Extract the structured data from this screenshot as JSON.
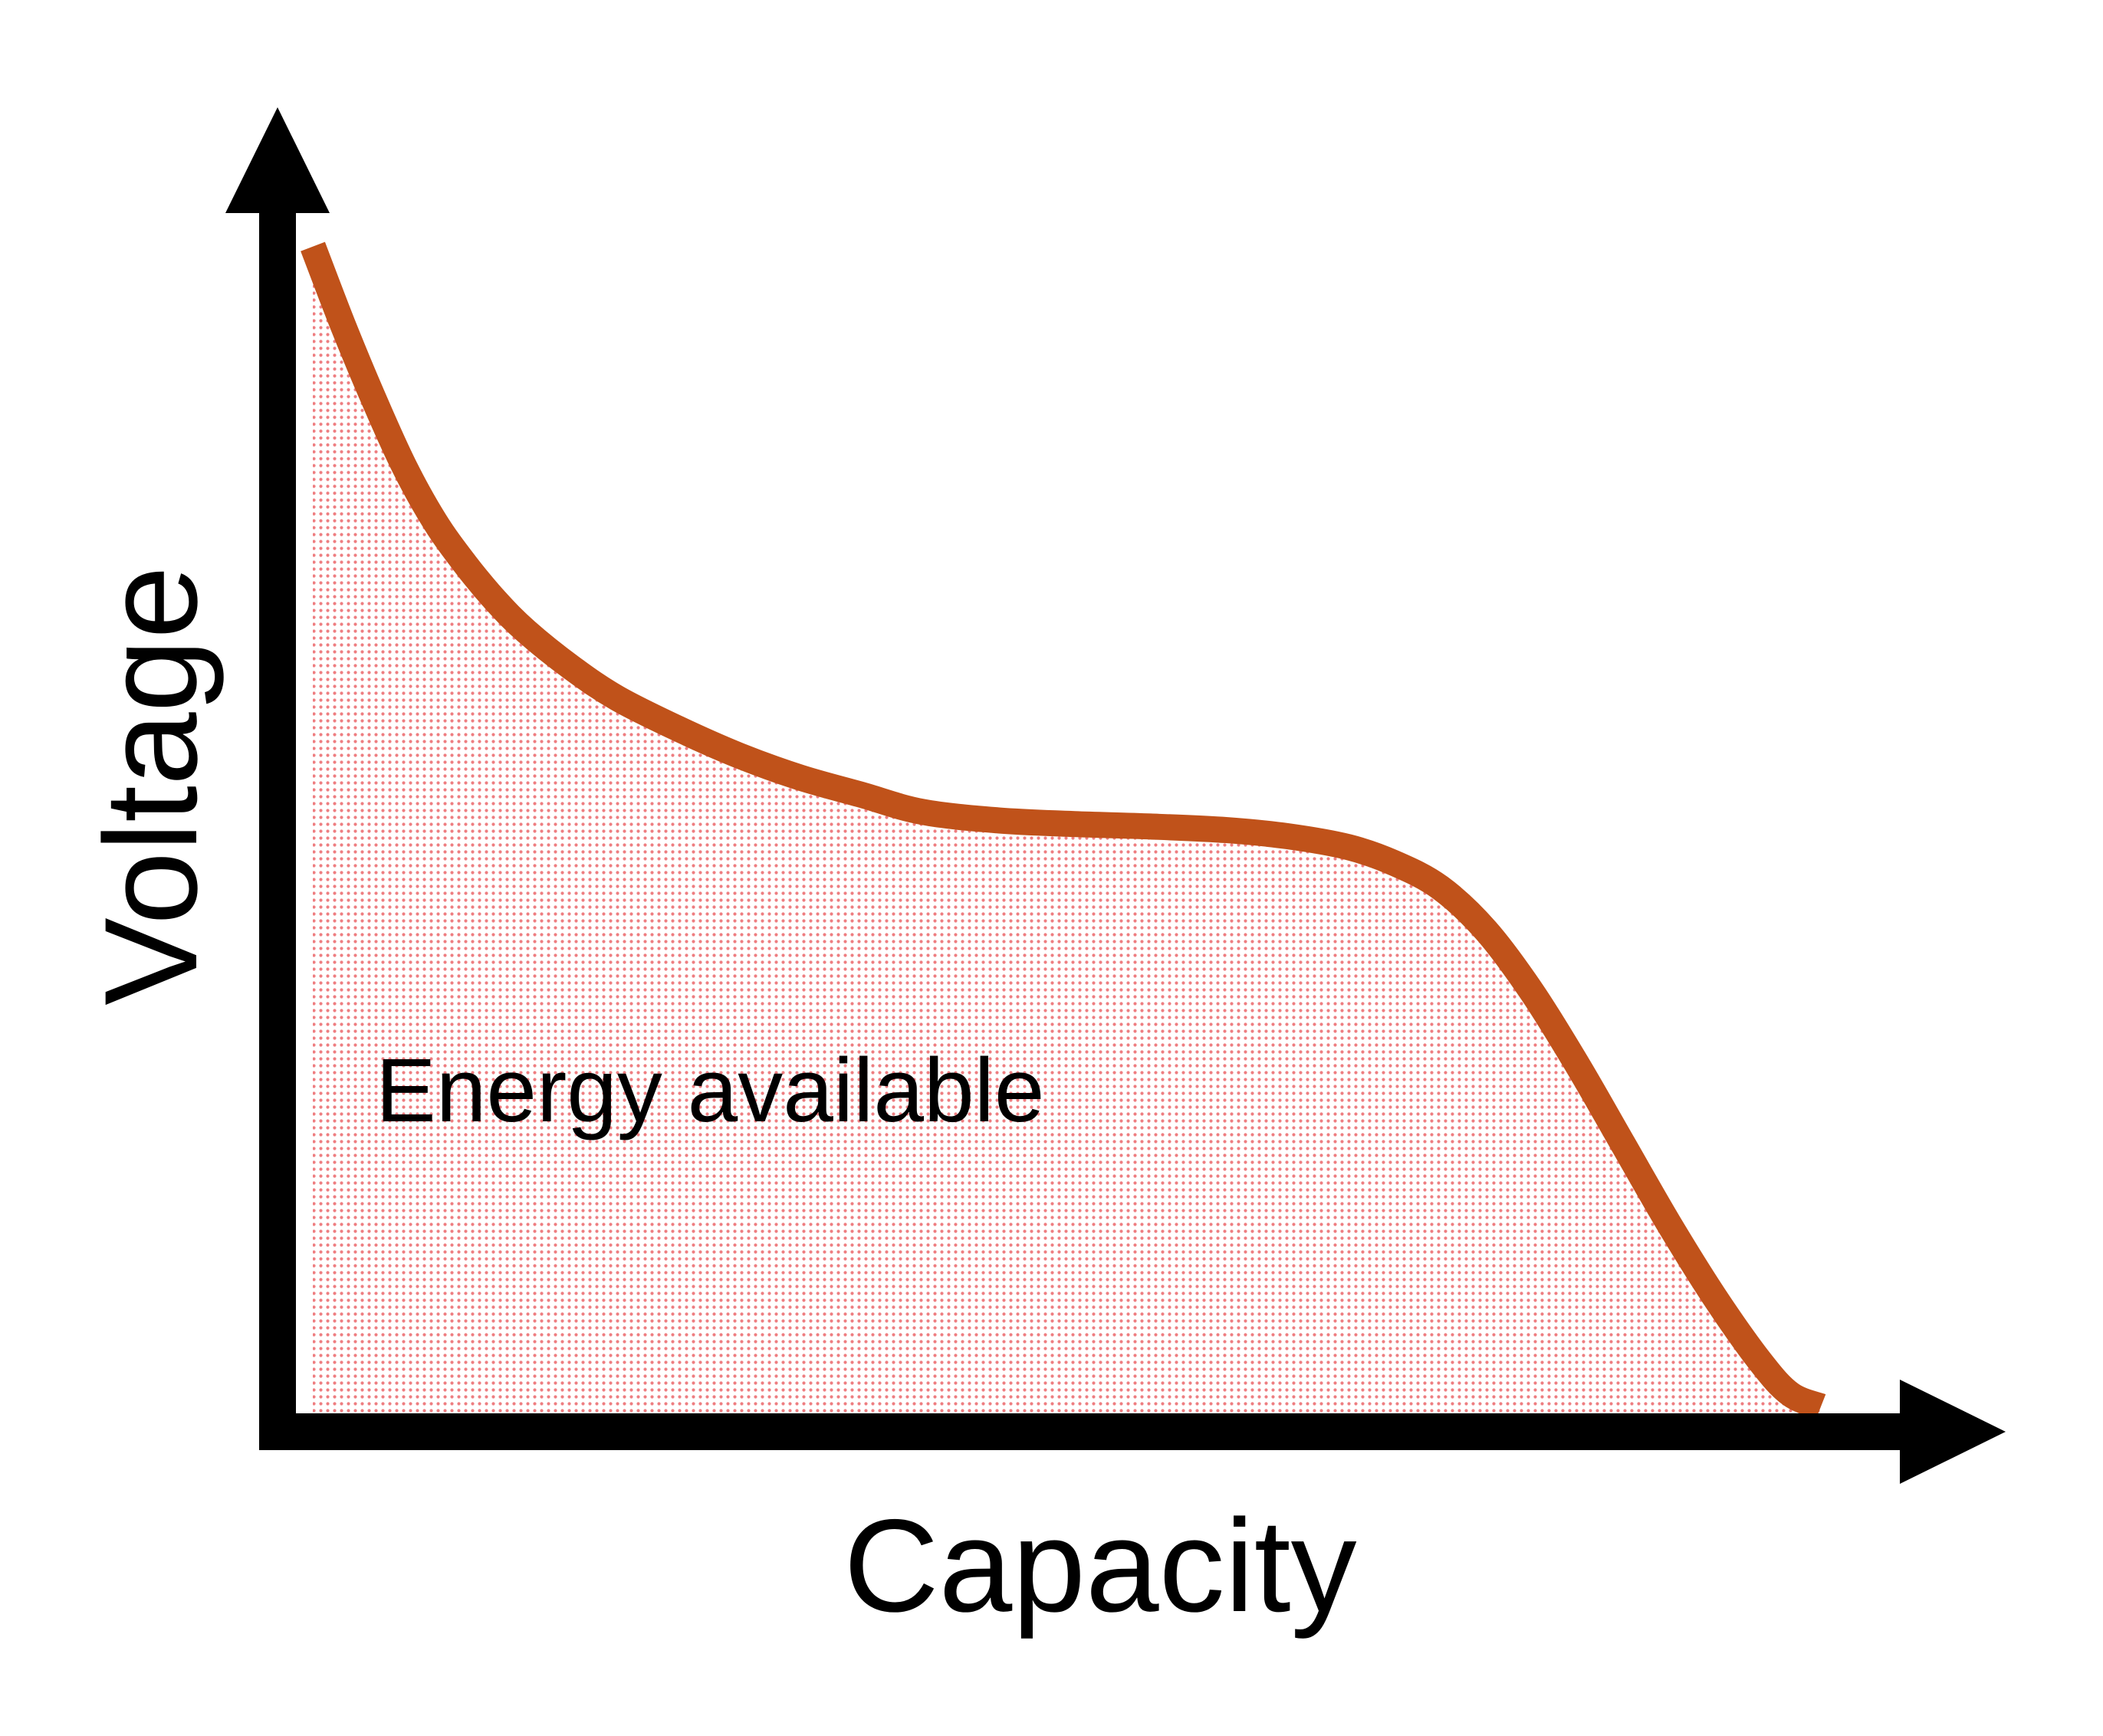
{
  "chart_data": {
    "type": "area",
    "title": "",
    "xlabel": "Capacity",
    "ylabel": "Voltage",
    "annotation": "Energy available",
    "axis_ticks": false,
    "grid": false,
    "xlim": [
      0,
      100
    ],
    "ylim": [
      0,
      100
    ],
    "series": [
      {
        "x": [
          0,
          2,
          4,
          6,
          8,
          10,
          12,
          14,
          17,
          20,
          24,
          28,
          32,
          36,
          40,
          45,
          50,
          55,
          60,
          64,
          68,
          71,
          74,
          77,
          80,
          83,
          86,
          89,
          92,
          95,
          97,
          99
        ],
        "y": [
          95.5,
          89,
          83,
          77.5,
          73,
          69.5,
          66.5,
          64,
          61,
          58.5,
          56,
          53.8,
          52,
          50.6,
          49.2,
          48.5,
          48.2,
          48,
          47.7,
          47.2,
          46.3,
          45,
          43,
          39.5,
          34.5,
          28.5,
          22,
          15.5,
          9.5,
          4.2,
          1.5,
          0.5
        ]
      }
    ],
    "colors": {
      "line": "#c0521a",
      "fill": "#e0141a",
      "axes": "#000000"
    }
  }
}
